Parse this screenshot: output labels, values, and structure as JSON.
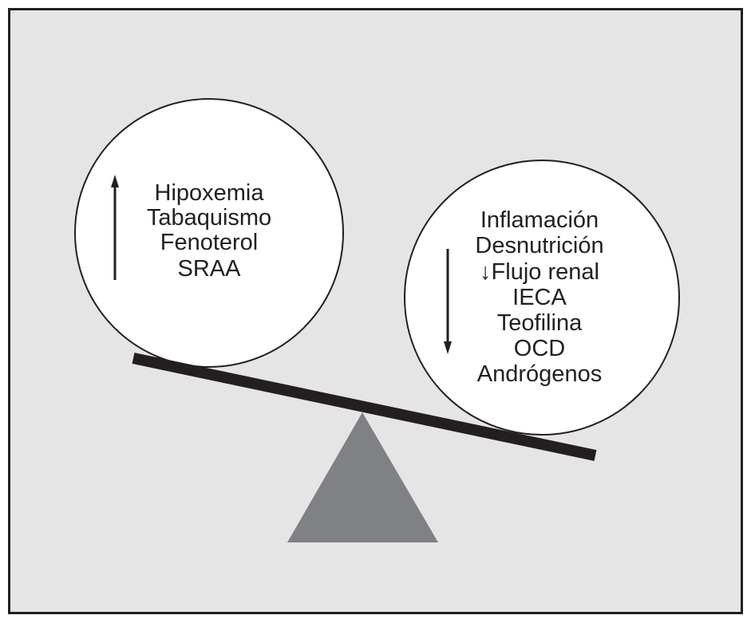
{
  "diagram": {
    "type": "balance-scale",
    "colors": {
      "background": "#e5e5e5",
      "border": "#231f20",
      "beam": "#231f20",
      "fulcrum": "#808184",
      "pan": "#ffffff",
      "text": "#231f20"
    },
    "left_pan": {
      "arrow": "up-arrow",
      "items": [
        "Hipoxemia",
        "Tabaquismo",
        "Fenoterol",
        "SRAA"
      ]
    },
    "right_pan": {
      "arrow": "down-arrow",
      "items": [
        "Inflamación",
        "Desnutrición",
        "↓Flujo renal",
        "IECA",
        "Teofilina",
        "OCD",
        "Andrógenos"
      ]
    },
    "tilt": "right-side-down"
  }
}
